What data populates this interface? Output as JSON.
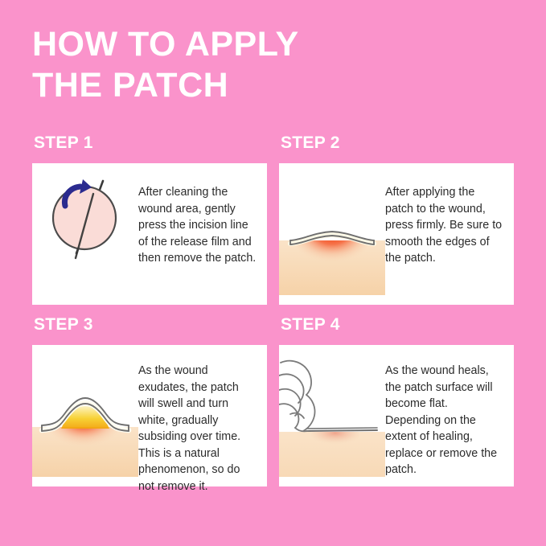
{
  "poster": {
    "title": "HOW TO APPLY\nTHE PATCH",
    "background_color": "#fa93cb",
    "card_color": "#ffffff",
    "title_color": "#ffffff",
    "body_text_color": "#2b2b2b"
  },
  "steps": [
    {
      "label": "STEP 1",
      "text": "After cleaning the wound area, gently press the incision line of the release film and then remove the patch.",
      "illustration": "patch-circle-with-release-film-arrow",
      "colors": {
        "patch_fill": "#fadcd7",
        "outline": "#4a4a4a",
        "arrow": "#2b2b8f"
      }
    },
    {
      "label": "STEP 2",
      "text": "After applying the patch to the wound, press firmly. Be sure to smooth the edges of the patch.",
      "illustration": "flat-patch-on-inflamed-skin-cross-section",
      "colors": {
        "skin": "#f8dcbe",
        "inflammation": "#ef3b16",
        "patch_outline": "#6f6f6f"
      }
    },
    {
      "label": "STEP 3",
      "text": "As the wound exudates, the patch will swell and turn white, gradually subsiding over time. This is a natural phenomenon, so do not remove it.",
      "illustration": "swollen-patch-with-yellow-exudate",
      "colors": {
        "skin": "#f8dcbe",
        "inflammation": "#ef3b16",
        "exudate": "#f5c518",
        "patch_outline": "#6f6f6f"
      }
    },
    {
      "label": "STEP 4",
      "text": "As the wound heals, the patch surface will become flat. Depending on the extent of healing, replace or remove the patch.",
      "illustration": "hand-removing-flat-patch",
      "colors": {
        "skin": "#f8dcbe",
        "hand_outline": "#7a7a7a",
        "patch_outline": "#6f6f6f"
      }
    }
  ]
}
